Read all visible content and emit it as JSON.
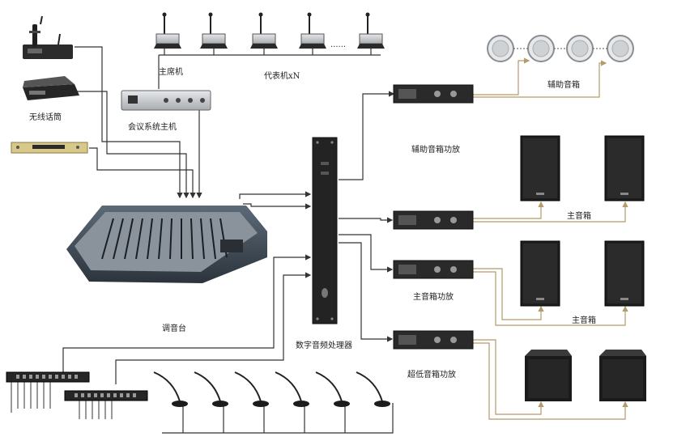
{
  "labels": {
    "chairman_unit": "主席机",
    "delegate_unit": "代表机xN",
    "delegate_ellipsis": "......",
    "conference_host": "会议系统主机",
    "wireless_mic": "无线话筒",
    "mixer": "调音台",
    "dsp": "数字音频处理器",
    "aux_speaker": "辅助音箱",
    "aux_amp": "辅助音箱功放",
    "main_speaker_1": "主音箱",
    "main_speaker_2": "主音箱",
    "main_amp": "主音箱功放",
    "sub_amp": "超低音箱功放"
  },
  "colors": {
    "signal_wire": "#333333",
    "speaker_wire": "#b59a6a",
    "device_dark": "#2a2a2a",
    "device_silver": "#c9ccd0"
  }
}
